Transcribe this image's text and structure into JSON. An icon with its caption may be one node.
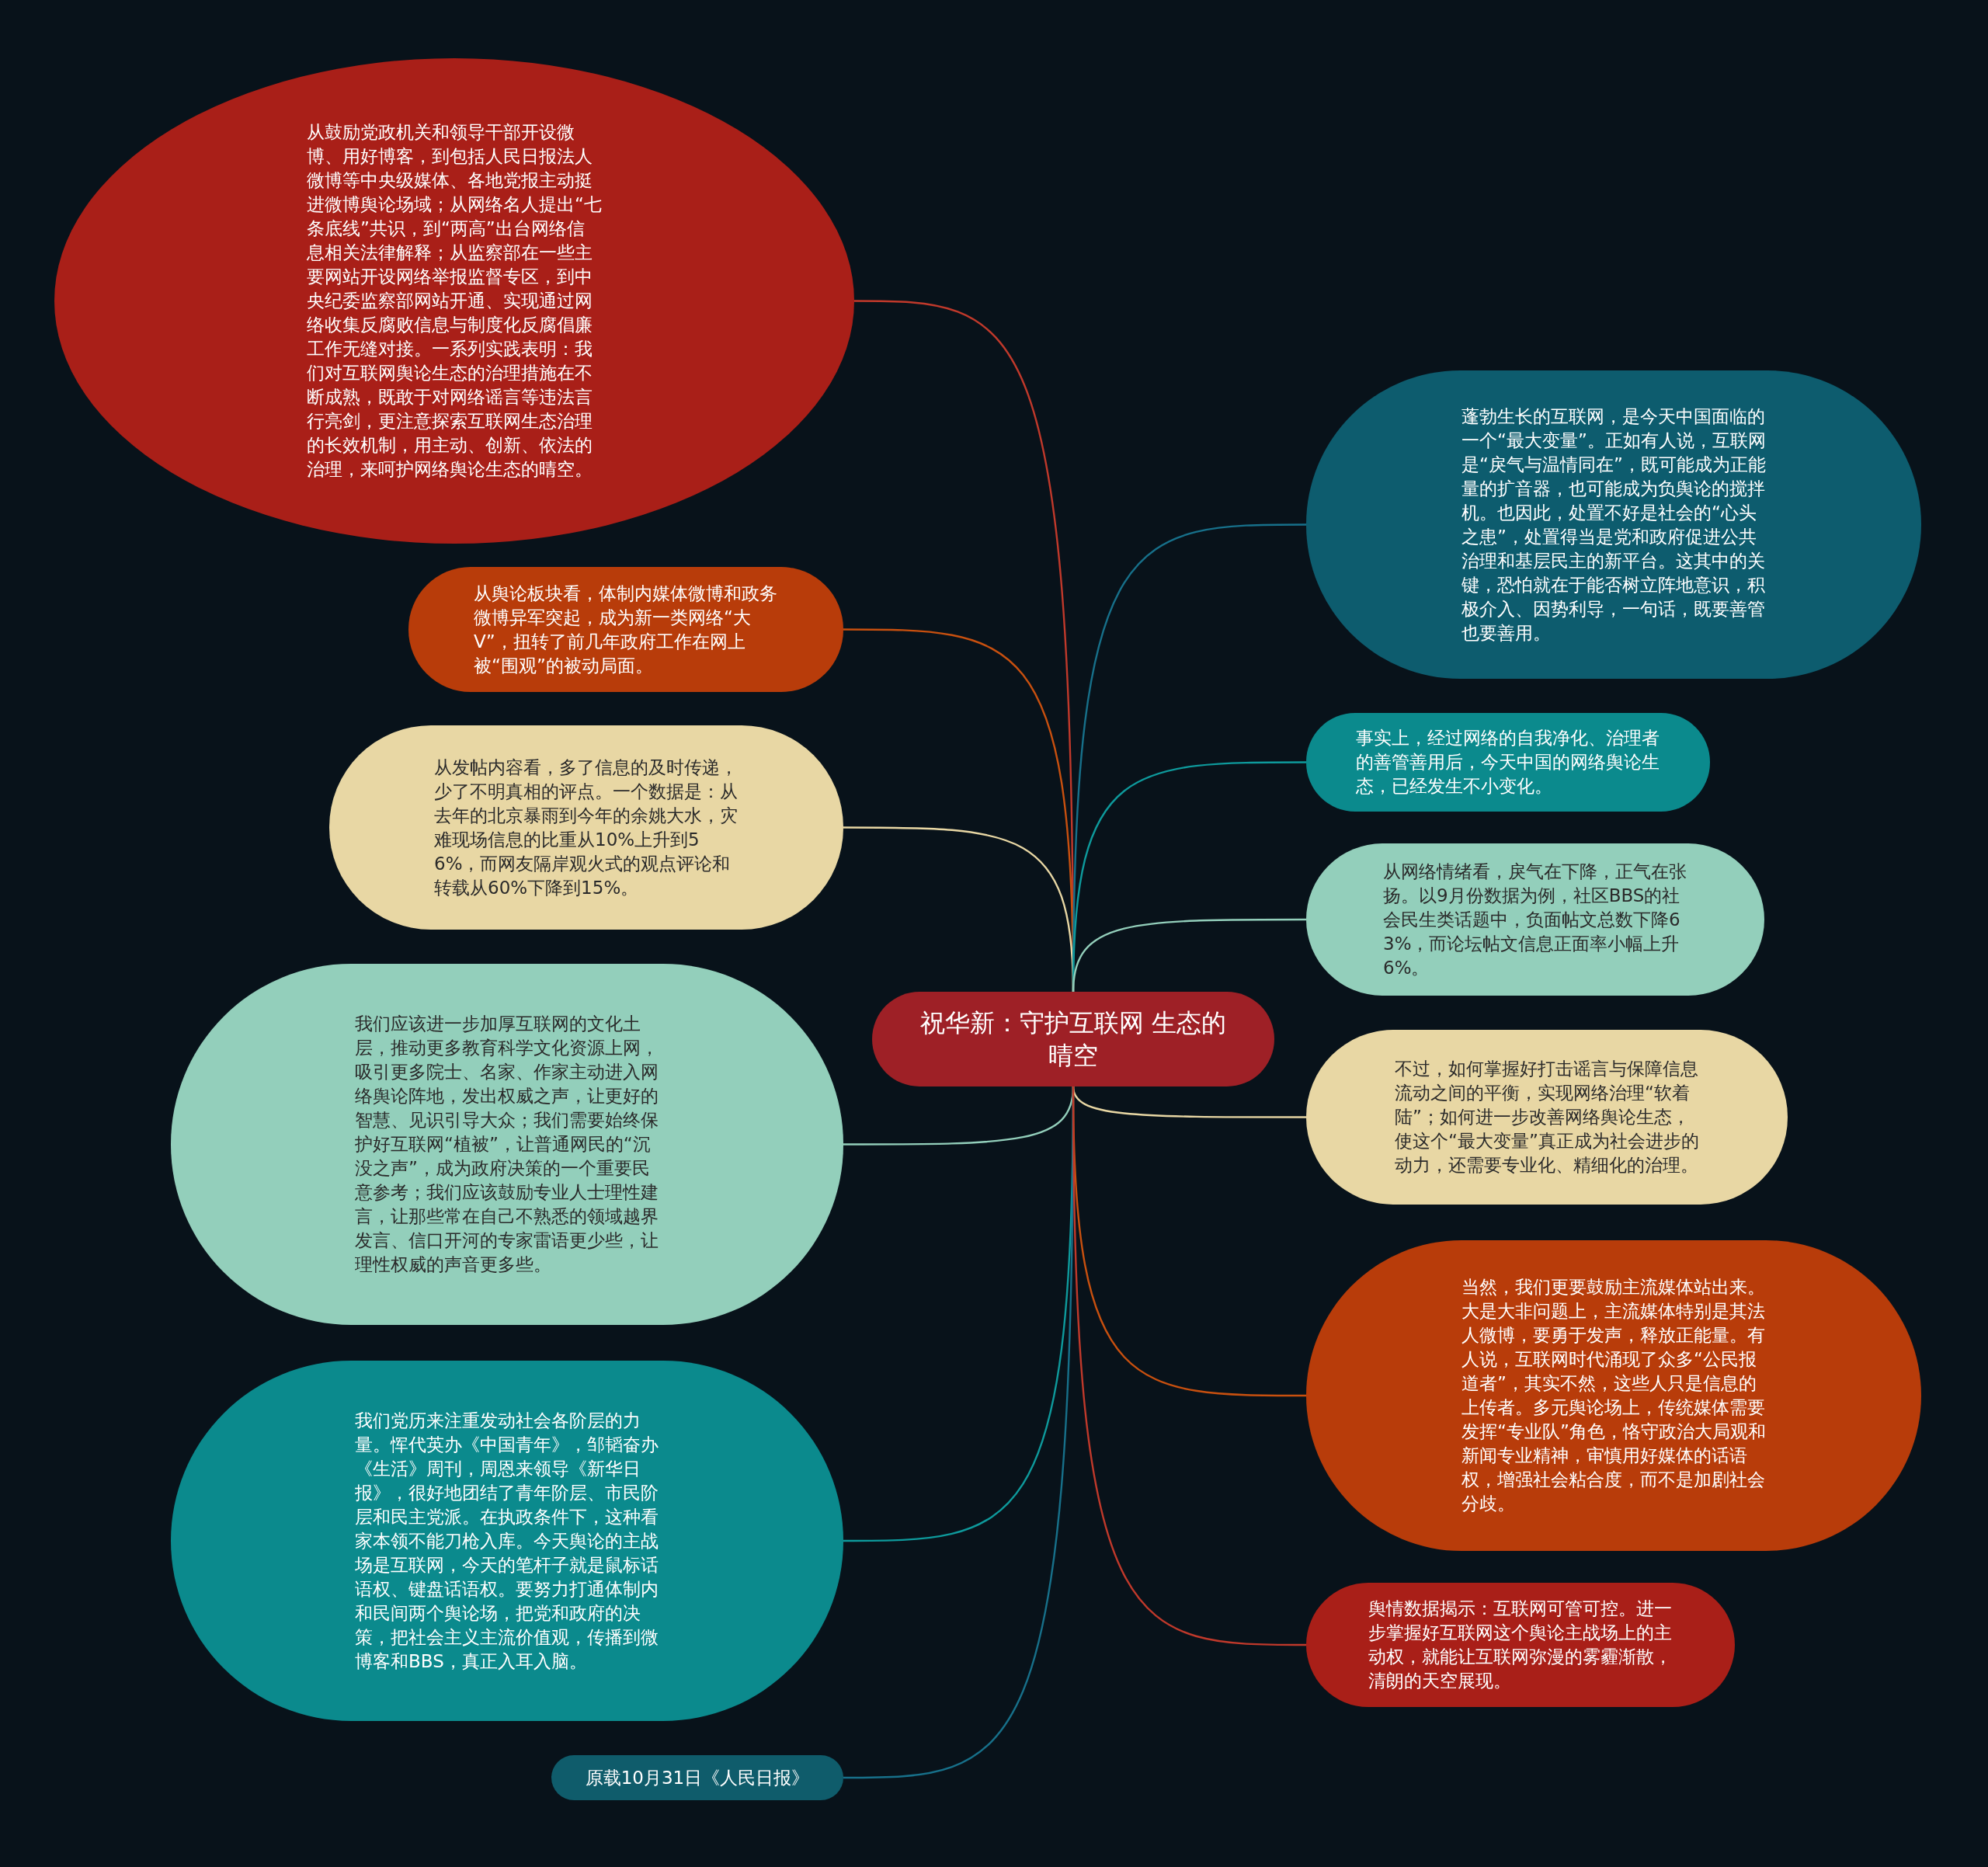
{
  "diagram": {
    "nodes": [
      {
        "text": [
          "祝华新：守护互联网 生态的晴空"
        ]
      },
      {
        "text": [
          "从鼓励党政机关和领导干部开设微博、用好博客，到包括人民日报法人微博等中央级媒体、各地党报主动挺进微博舆论场域；从网络名人提出“七条底线”共识，到“两高”出台网络信息相关法律解释；从监察部在一些主要网站开设网络举报监督专区，到中央纪委监察部网站开通、实现通过网络收集反腐败信息与制度化反腐倡廉工作无缝对接。一系列实践表明：我们对互联网舆论生态的治理措施在不断成熟，既敢于对网络谣言等违法言行亮剑，更注意探索互联网生态治理的长效机制，用主动、创新、依法的治理，来呵护网络舆论生态的晴空。"
        ]
      },
      {
        "text": [
          "从舆论板块看，体制内媒体微博和政务微博异军突起，成为新一类网络“大V”，扭转了前几年政府工作在网上被“围观”的被动局面。"
        ]
      },
      {
        "text": [
          "从发帖内容看，多了信息的及时传递，少了不明真相的评点。一个数据是：从去年的北京暴雨到今年的余姚大水，灾难现场信息的比重从10%上升到56%，而网友隔岸观火式的观点评论和转载从60%下降到15%。"
        ]
      },
      {
        "text": [
          "我们应该进一步加厚互联网的文化土层，推动更多教育科学文化资源上网，吸引更多院士、名家、作家主动进入网络舆论阵地，发出权威之声，让更好的智慧、见识引导大众；我们需要始终保护好互联网“植被”，让普通网民的“沉没之声”，成为政府决策的一个重要民意参考；我们应该鼓励专业人士理性建言，让那些常在自己不熟悉的领域越界发言、信口开河的专家雷语更少些，让理性权威的声音更多些。"
        ]
      },
      {
        "text": [
          "我们党历来注重发动社会各阶层的力量。恽代英办《中国青年》，邹韬奋办《生活》周刊，周恩来领导《新华日报》，很好地团结了青年阶层、市民阶层和民主党派。在执政条件下，这种看家本领不能刀枪入库。今天舆论的主战场是互联网，今天的笔杆子就是鼠标话语权、键盘话语权。要努力打通体制内和民间两个舆论场，把党和政府的决策，把社会主义主流价值观，传播到微博客和BBS，真正入耳入脑。"
        ]
      },
      {
        "text": [
          "原载10月31日《人民日报》"
        ]
      },
      {
        "text": [
          "蓬勃生长的互联网，是今天中国面临的一个“最大变量”。正如有人说，互联网是“戾气与温情同在”，既可能成为正能量的扩音器，也可能成为负舆论的搅拌机。也因此，处置不好是社会的“心头之患”，处置得当是党和政府促进公共治理和基层民主的新平台。这其中的关键，恐怕就在于能否树立阵地意识，积极介入、因势利导，一句话，既要善管也要善用。"
        ]
      },
      {
        "text": [
          "事实上，经过网络的自我净化、治理者的善管善用后，今天中国的网络舆论生态，已经发生不小变化。"
        ]
      },
      {
        "text": [
          "从网络情绪看，戾气在下降，正气在张扬。以9月份数据为例，社区BBS的社会民生类话题中，负面帖文总数下降63%，而论坛帖文信息正面率小幅上升6%。"
        ]
      },
      {
        "text": [
          "不过，如何掌握好打击谣言与保障信息流动之间的平衡，实现网络治理“软着陆”；如何进一步改善网络舆论生态，使这个“最大变量”真正成为社会进步的动力，还需要专业化、精细化的治理。"
        ]
      },
      {
        "text": [
          "当然，我们更要鼓励主流媒体站出来。大是大非问题上，主流媒体特别是其法人微博，要勇于发声，释放正能量。有人说，互联网时代涌现了众多“公民报道者”，其实不然，这些人只是信息的上传者。多元舆论场上，传统媒体需要发挥“专业队”角色，恪守政治大局观和新闻专业精神，审慎用好媒体的话语权，增强社会粘合度，而不是加剧社会分歧。"
        ]
      },
      {
        "text": [
          "舆情数据揭示：互联网可管可控。进一步掌握好互联网这个舆论主战场上的主动权，就能让互联网弥漫的雾霾渐散，清朗的天空展现。"
        ]
      }
    ],
    "edges": [
      {
        "from": 0,
        "to": 1,
        "arrow": "none",
        "color": "#c0392b"
      },
      {
        "from": 0,
        "to": 2,
        "arrow": "none",
        "color": "#c8500f"
      },
      {
        "from": 0,
        "to": 3,
        "arrow": "none",
        "color": "#e8d7a4"
      },
      {
        "from": 0,
        "to": 4,
        "arrow": "none",
        "color": "#93cfbb"
      },
      {
        "from": 0,
        "to": 5,
        "arrow": "none",
        "color": "#0e9a9c"
      },
      {
        "from": 0,
        "to": 6,
        "arrow": "none",
        "color": "#17708a"
      },
      {
        "from": 0,
        "to": 7,
        "arrow": "none",
        "color": "#17708a"
      },
      {
        "from": 0,
        "to": 8,
        "arrow": "none",
        "color": "#0e9a9c"
      },
      {
        "from": 0,
        "to": 9,
        "arrow": "none",
        "color": "#93cfbb"
      },
      {
        "from": 0,
        "to": 10,
        "arrow": "none",
        "color": "#e8d7a4"
      },
      {
        "from": 0,
        "to": 11,
        "arrow": "none",
        "color": "#c8500f"
      },
      {
        "from": 0,
        "to": 12,
        "arrow": "none",
        "color": "#c0392b"
      }
    ]
  }
}
